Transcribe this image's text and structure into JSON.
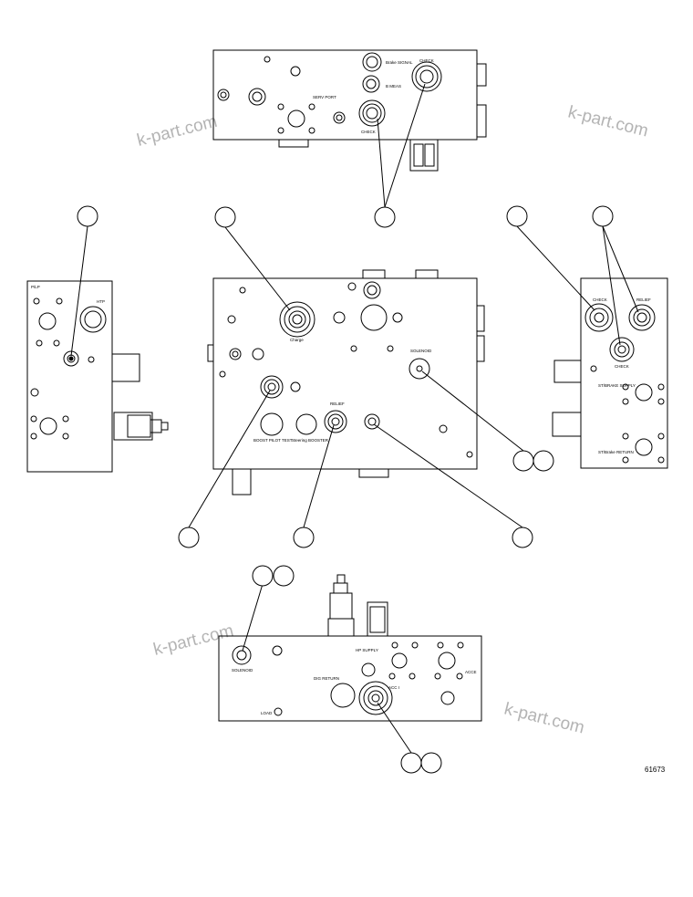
{
  "watermark": "k-part.com",
  "figure_number": "61673",
  "top_view": {
    "labels": [
      "Brake SIGNAL",
      "B MEAS",
      "SERV PORT",
      "CHECK",
      "CHECK"
    ]
  },
  "center_view": {
    "labels": [
      "Charge",
      "SOLENOID",
      "BOOST PILOT TEST",
      "Steering BOOSTER",
      "RELIEF"
    ]
  },
  "left_view": {
    "labels": [
      "P/LP",
      "HTP"
    ]
  },
  "right_view": {
    "labels": [
      "CHECK",
      "RELIEF",
      "CHECK",
      "ST/BRAKE SUPPLY",
      "ST/Brake RETURN"
    ]
  },
  "bottom_view": {
    "labels": [
      "SOLENOID",
      "HP SUPPLY",
      "DIG RETURN",
      "ACC I",
      "ACCE",
      "LOAD"
    ]
  },
  "callouts": [
    "callout-center-charge",
    "callout-top-check",
    "callout-left",
    "callout-right-a",
    "callout-right-b",
    "callout-center-left",
    "callout-center-relief",
    "callout-center-right",
    "callout-solenoid-a",
    "callout-solenoid-b",
    "callout-bottom-a",
    "callout-bottom-b",
    "callout-bottom-c",
    "callout-bottom-d"
  ]
}
